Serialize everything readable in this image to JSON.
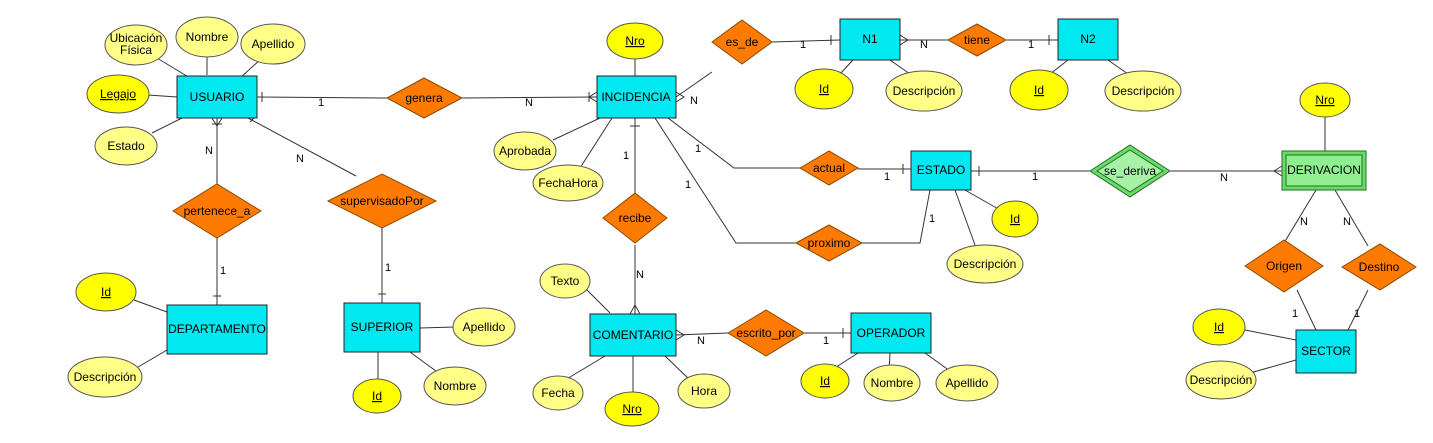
{
  "entities": {
    "usuario": "USUARIO",
    "incidencia": "INCIDENCIA",
    "n1": "N1",
    "n2": "N2",
    "estado": "ESTADO",
    "derivacion": "DERIVACION",
    "departamento": "DEPARTAMENTO",
    "superior": "SUPERIOR",
    "comentario": "COMENTARIO",
    "operador": "OPERADOR",
    "sector": "SECTOR"
  },
  "relationships": {
    "genera": "genera",
    "es_de": "es_de",
    "tiene": "tiene",
    "actual": "actual",
    "proximo": "proximo",
    "se_deriva": "se_deriva",
    "pertenece_a": "pertenece_a",
    "supervisadoPor": "supervisadoPor",
    "recibe": "recibe",
    "escrito_por": "escrito_por",
    "origen": "Origen",
    "destino": "Destino"
  },
  "attributes": {
    "usuario_ubicacion_1": "Ubicación",
    "usuario_ubicacion_2": "Física",
    "usuario_nombre": "Nombre",
    "usuario_apellido": "Apellido",
    "usuario_legajo": "Legajo",
    "usuario_estado": "Estado",
    "incidencia_nro": "Nro",
    "incidencia_aprobada": "Aprobada",
    "incidencia_fechahora": "FechaHora",
    "n1_id": "Id",
    "n1_descripcion": "Descripción",
    "n2_id": "Id",
    "n2_descripcion": "Descripción",
    "estado_id": "Id",
    "estado_descripcion": "Descripción",
    "derivacion_nro": "Nro",
    "departamento_id": "Id",
    "departamento_descripcion": "Descripción",
    "superior_apellido": "Apellido",
    "superior_id": "Id",
    "superior_nombre": "Nombre",
    "comentario_texto": "Texto",
    "comentario_fecha": "Fecha",
    "comentario_nro": "Nro",
    "comentario_hora": "Hora",
    "operador_id": "Id",
    "operador_nombre": "Nombre",
    "operador_apellido": "Apellido",
    "sector_id": "Id",
    "sector_descripcion": "Descripción"
  },
  "cardinalities": {
    "genera_usuario": "1",
    "genera_incidencia": "N",
    "es_de_incidencia": "N",
    "es_de_n1": "1",
    "tiene_n1": "N",
    "tiene_n2": "1",
    "actual_incidencia": "1",
    "actual_estado": "1",
    "proximo_incidencia": "1",
    "proximo_estado": "1",
    "se_deriva_estado": "1",
    "se_deriva_derivacion": "N",
    "pertenece_usuario": "N",
    "pertenece_departamento": "1",
    "supervisado_usuario": "N",
    "supervisado_superior": "1",
    "recibe_incidencia": "1",
    "recibe_comentario": "N",
    "escrito_comentario": "N",
    "escrito_operador": "1",
    "origen_derivacion": "N",
    "origen_sector": "1",
    "destino_derivacion": "N",
    "destino_sector": "1"
  },
  "colors": {
    "entity": "#00e8f0",
    "weak_entity": "#66dd66",
    "relationship": "#ff7a00",
    "attribute": "#ffff88",
    "key_attribute": "#ffff00"
  }
}
